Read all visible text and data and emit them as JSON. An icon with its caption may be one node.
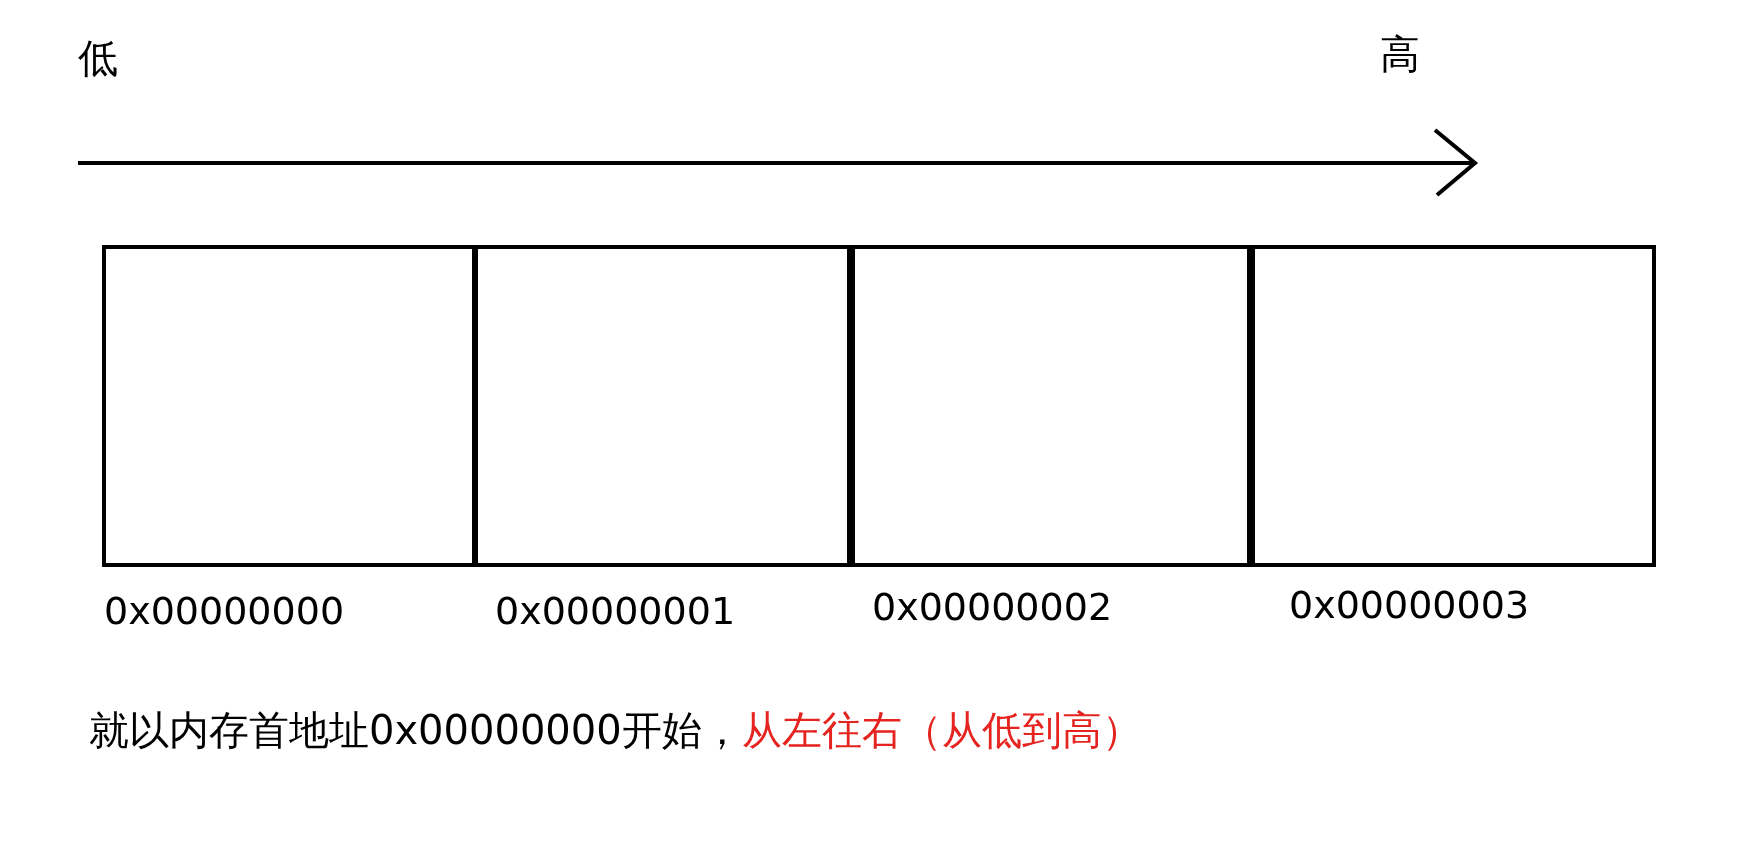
{
  "diagram": {
    "nodes": [
      {
        "text": [],
        "shape": "box",
        "beside": [
          "0x00000000"
        ]
      },
      {
        "text": [],
        "shape": "box",
        "beside": [
          "0x00000001"
        ]
      },
      {
        "text": [],
        "shape": "box",
        "beside": [
          "0x00000002"
        ]
      },
      {
        "text": [],
        "shape": "box",
        "beside": [
          "0x00000003"
        ]
      }
    ],
    "edges": [],
    "labels": [
      "低",
      "高",
      "就以内存首地址0x00000000开始，",
      "从左往右（从低到高）"
    ]
  }
}
